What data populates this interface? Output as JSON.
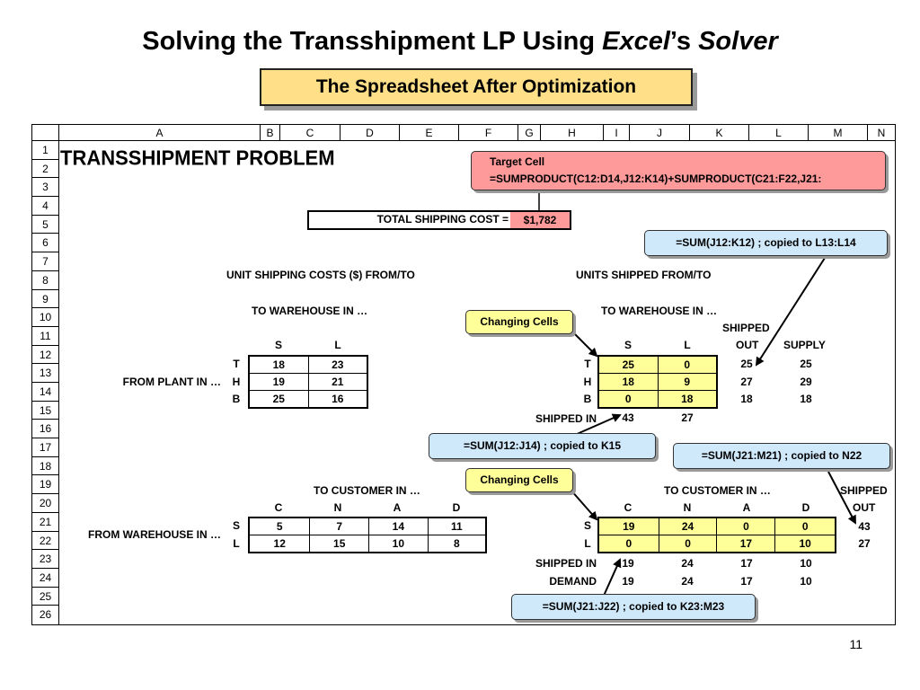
{
  "slide": {
    "title_pre": "Solving the Transshipment LP Using ",
    "title_excel": "Excel",
    "title_apos": "’s ",
    "title_solver": "Solver",
    "subtitle": "The Spreadsheet After Optimization",
    "page_number": "11"
  },
  "sheet": {
    "columns": [
      "A",
      "B",
      "C",
      "D",
      "E",
      "F",
      "G",
      "H",
      "I",
      "J",
      "K",
      "L",
      "M",
      "N"
    ],
    "rows": [
      "1",
      "2",
      "3",
      "4",
      "5",
      "6",
      "7",
      "8",
      "9",
      "10",
      "11",
      "12",
      "13",
      "14",
      "15",
      "16",
      "17",
      "18",
      "19",
      "20",
      "21",
      "22",
      "23",
      "24",
      "25",
      "26"
    ],
    "title": "TRANSSHIPMENT PROBLEM",
    "total_cost_label": "TOTAL SHIPPING COST =",
    "total_cost_value": "$1,782",
    "unit_costs_heading": "UNIT SHIPPING COSTS ($) FROM/TO",
    "units_shipped_heading": "UNITS SHIPPED FROM/TO",
    "to_warehouse": "TO WAREHOUSE IN …",
    "to_customer": "TO CUSTOMER IN …",
    "from_plant": "FROM PLANT IN …",
    "from_warehouse": "FROM WAREHOUSE IN …",
    "shipped": "SHIPPED",
    "out": "OUT",
    "supply": "SUPPLY",
    "shipped_in": "SHIPPED IN",
    "demand": "DEMAND",
    "warehouses": [
      "S",
      "L"
    ],
    "plants": [
      "T",
      "H",
      "B"
    ],
    "customers": [
      "C",
      "N",
      "A",
      "D"
    ],
    "plant_costs": [
      [
        "18",
        "23"
      ],
      [
        "19",
        "21"
      ],
      [
        "25",
        "16"
      ]
    ],
    "plant_shipped": [
      [
        "25",
        "0"
      ],
      [
        "18",
        "9"
      ],
      [
        "0",
        "18"
      ]
    ],
    "plant_shipped_out": [
      "25",
      "27",
      "18"
    ],
    "plant_supply": [
      "25",
      "29",
      "18"
    ],
    "warehouse_shipped_in": [
      "43",
      "27"
    ],
    "wh_costs": [
      [
        "5",
        "7",
        "14",
        "11"
      ],
      [
        "12",
        "15",
        "10",
        "8"
      ]
    ],
    "wh_shipped": [
      [
        "19",
        "24",
        "0",
        "0"
      ],
      [
        "0",
        "0",
        "17",
        "10"
      ]
    ],
    "wh_shipped_out": [
      "43",
      "27"
    ],
    "customer_shipped_in": [
      "19",
      "24",
      "17",
      "10"
    ],
    "customer_demand": [
      "19",
      "24",
      "17",
      "10"
    ]
  },
  "callouts": {
    "target_title": "Target Cell",
    "target_formula": "=SUMPRODUCT(C12:D14,J12:K14)+SUMPRODUCT(C21:F22,J21:",
    "sum_out_plants": "=SUM(J12:K12)   ;   copied to L13:L14",
    "changing_1": "Changing Cells",
    "changing_2": "Changing Cells",
    "sum_in_wh": "=SUM(J12:J14)   ;   copied to K15",
    "sum_out_wh": "=SUM(J21:M21)   ;   copied to N22",
    "sum_in_cust": "=SUM(J21:J22)   ;   copied to K23:M23"
  },
  "colors": {
    "subtitle_bg": "#ffdf88",
    "changing_cells": "#ffff99",
    "target_cell": "#ff9a9a",
    "formula_callout": "#cfe8fa"
  }
}
